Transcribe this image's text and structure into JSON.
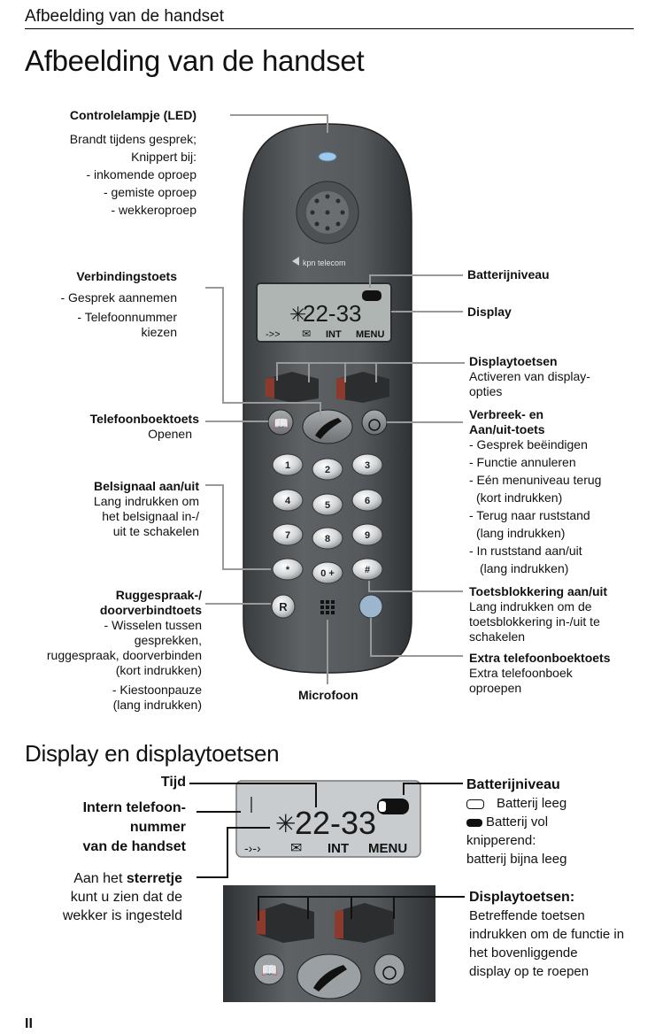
{
  "header": {
    "text": "Afbeelding van de handset"
  },
  "title": "Afbeelding van de handset",
  "handset": {
    "brand": "kpn telecom",
    "lcd": {
      "digits": "22-33",
      "int": "INT",
      "menu": "MENU"
    },
    "keys": [
      "1",
      "2",
      "3",
      "4",
      "5",
      "6",
      "7",
      "8",
      "9",
      "*",
      "0 +",
      "#",
      "R"
    ]
  },
  "labels": {
    "led": {
      "title": "Controlelampje (LED)",
      "lines": [
        "Brandt tijdens gesprek;",
        "Knippert bij:",
        "- inkomende oproep",
        "- gemiste oproep",
        "- wekkeroproep"
      ]
    },
    "connect": {
      "title": "Verbindingstoets",
      "lines": [
        "- Gesprek aannemen",
        "- Telefoonnummer",
        "kiezen"
      ]
    },
    "phonebook": {
      "title": "Telefoonboektoets",
      "lines": [
        "Openen"
      ]
    },
    "ringer": {
      "title": "Belsignaal aan/uit",
      "lines": [
        "Lang indrukken om",
        "het belsignaal in-/",
        "uit te schakelen"
      ]
    },
    "recall": {
      "title1": "Ruggespraak-/",
      "title2": "doorverbindtoets",
      "lines": [
        "- Wisselen tussen",
        "gesprekken,",
        "ruggespraak, doorverbinden",
        "(kort indrukken)",
        "- Kiestoonpauze",
        "(lang indrukken)"
      ]
    },
    "microphone": {
      "title": "Microfoon"
    },
    "battery": {
      "title": "Batterijniveau"
    },
    "display": {
      "title": "Display"
    },
    "softkeys": {
      "title": "Displaytoetsen",
      "lines": [
        "Activeren van display-",
        "opties"
      ]
    },
    "endcall": {
      "title1": "Verbreek- en",
      "title2": "Aan/uit-toets",
      "lines": [
        "- Gesprek beëindigen",
        "- Functie annuleren",
        "- Eén menuniveau terug",
        "(kort indrukken)",
        "- Terug naar ruststand",
        "(lang indrukken)",
        "- In ruststand aan/uit",
        "(lang indrukken)"
      ]
    },
    "keylock": {
      "title": "Toetsblokkering aan/uit",
      "lines": [
        "Lang indrukken om de",
        "toetsblokkering in-/uit te",
        "schakelen"
      ]
    },
    "extraphonebook": {
      "title": "Extra telefoonboektoets",
      "lines": [
        "Extra telefoonboek",
        "oproepen"
      ]
    }
  },
  "section2": {
    "title": "Display en displaytoetsen",
    "time": "Tijd",
    "intern": [
      "Intern telefoon-",
      "nummer",
      "van de handset"
    ],
    "star": {
      "pre": "Aan het ",
      "bold": "sterretje",
      "lines": [
        "kunt u zien dat de",
        "wekker is ingesteld"
      ]
    },
    "battery": {
      "title": "Batterijniveau",
      "empty": "Batterij leeg",
      "full": "Batterij vol",
      "lines": [
        "knipperend:",
        "batterij bijna leeg"
      ]
    },
    "softkeys": {
      "title": "Displaytoetsen:",
      "lines": [
        "Betreffende toetsen",
        "indrukken om de functie in",
        "het bovenliggende",
        "display op te roepen"
      ]
    }
  },
  "page_number": "II"
}
